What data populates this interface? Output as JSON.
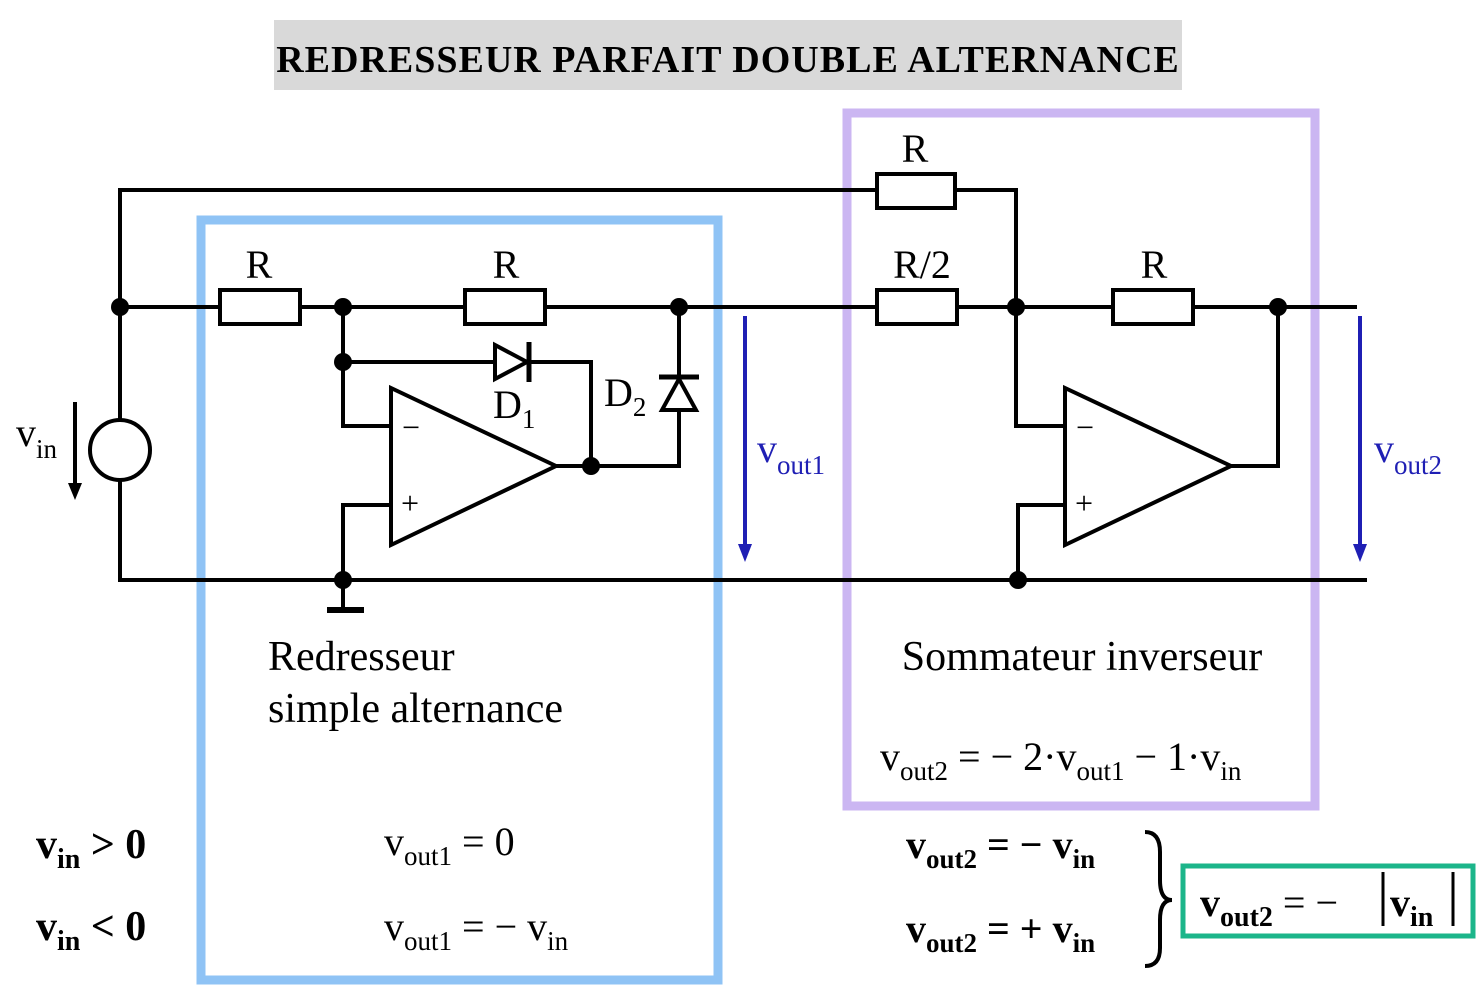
{
  "title": "REDRESSEUR PARFAIT DOUBLE ALTERNANCE",
  "components": {
    "r_top": "R",
    "r_input": "R",
    "r_feedback": "R",
    "r_half": "R/2",
    "r_sum_feedback": "R",
    "d1": "D",
    "d1_sub": "1",
    "d2": "D",
    "d2_sub": "2",
    "minus": "−",
    "plus": "+"
  },
  "voltages": {
    "vin_main": "v",
    "vin_sub": "in",
    "vout1_main": "v",
    "vout1_sub": "out1",
    "vout2_main": "v",
    "vout2_sub": "out2"
  },
  "blocks": {
    "half_wave_line1": "Redresseur",
    "half_wave_line2": "simple alternance",
    "summer": "Sommateur inverseur"
  },
  "formulas": {
    "summer_v": "v",
    "summer_out2": "out2",
    "summer_eq": " = − 2·v",
    "summer_out1": "out1",
    "summer_tail": " − 1·v",
    "summer_in": "in",
    "case1_v": "v",
    "case1_in": "in",
    "case1_rel": " > 0",
    "case2_v": "v",
    "case2_in": "in",
    "case2_rel": " < 0",
    "vout1_case1_v": "v",
    "vout1_case1_sub": "out1",
    "vout1_case1_eq": " = 0",
    "vout1_case2_v": "v",
    "vout1_case2_sub": "out1",
    "vout1_case2_eq": " = − v",
    "vout1_case2_in": "in",
    "vout2_case1_v": "v",
    "vout2_case1_sub": "out2",
    "vout2_case1_eq": " = − v",
    "vout2_case1_in": "in",
    "vout2_case2_v": "v",
    "vout2_case2_sub": "out2",
    "vout2_case2_eq": " = + v",
    "vout2_case2_in": "in",
    "result_v": "v",
    "result_sub": "out2",
    "result_eq": " = −",
    "result_abs_v": "v",
    "result_abs_sub": "in"
  },
  "colors": {
    "title_bg": "#d9d9d9",
    "half_wave_box": "#8fc3f5",
    "summer_box": "#cbb6f2",
    "result_box": "#1cb58a",
    "arrow_blue": "#1f1fb4"
  }
}
